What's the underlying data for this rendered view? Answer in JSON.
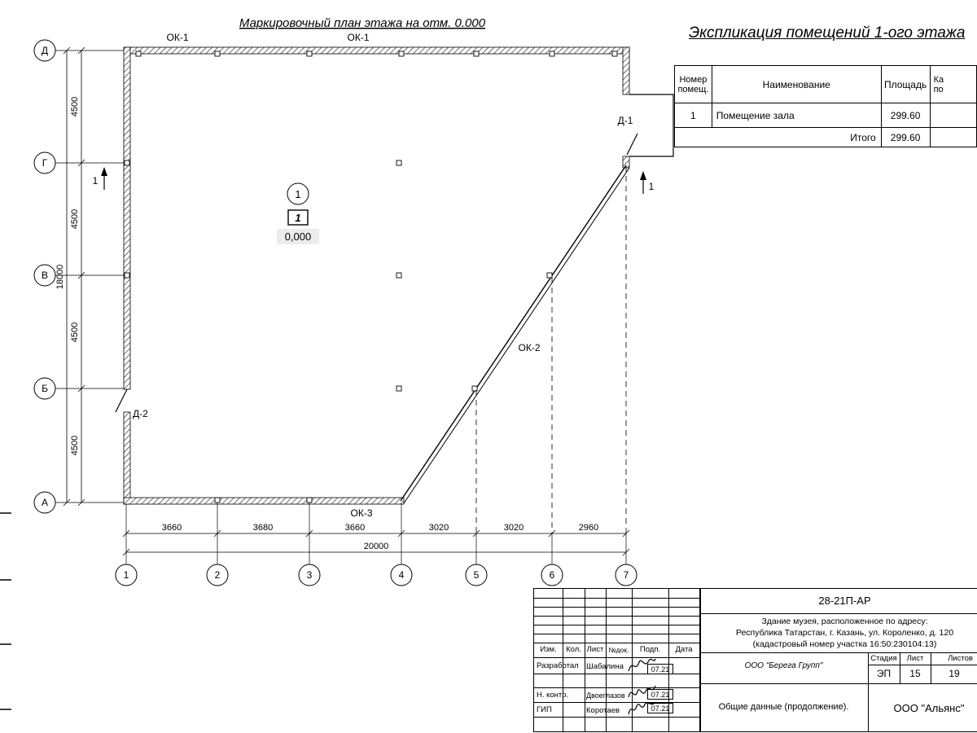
{
  "plan": {
    "title": "Маркировочный план этажа на отм. 0.000",
    "row_axes": [
      "Д",
      "Г",
      "В",
      "Б",
      "А"
    ],
    "col_axes": [
      "1",
      "2",
      "3",
      "4",
      "5",
      "6",
      "7"
    ],
    "v_dims": [
      "4500",
      "4500",
      "4500",
      "4500"
    ],
    "v_total": "18000",
    "h_dims": [
      "3660",
      "3680",
      "3660",
      "3020",
      "3020",
      "2960"
    ],
    "h_total": "20000",
    "window_top_left": "ОК-1",
    "window_top_right": "ОК-1",
    "window_diag": "ОК-2",
    "window_bottom": "ОК-3",
    "door_1": "Д-1",
    "door_2": "Д-2",
    "room_circle": "1",
    "room_box": "1",
    "elevation": "0,000",
    "section_left": "1",
    "section_right": "1"
  },
  "explication": {
    "title": "Экспликация помещений 1-ого этажа",
    "headers": {
      "num_line1": "Номер",
      "num_line2": "помещ.",
      "name": "Наименование",
      "area": "Площадь",
      "cat_line1": "Ка",
      "cat_line2": "по"
    },
    "rows": [
      {
        "num": "1",
        "name": "Помещение зала",
        "area": "299.60"
      }
    ],
    "total_label": "Итого",
    "total_value": "299.60"
  },
  "titleblock": {
    "doc_number": "28-21П-АР",
    "description": [
      "Здание музея, расположенное по адресу:",
      "Республика Татарстан, г. Казань, ул. Короленко, д. 120",
      "(кадастровый номер участка 16:50:230104:13)"
    ],
    "columns": [
      "Изм.",
      "Кол.",
      "Лист",
      "№док.",
      "Подп.",
      "Дата"
    ],
    "roles": [
      {
        "role": "Разработал",
        "name": "Шабалина",
        "date": "07.21"
      },
      {
        "role": "Н. контр.",
        "name": "Двоеглазов",
        "date": "07.21"
      },
      {
        "role": "ГИП",
        "name": "Коротаев",
        "date": "07.21"
      }
    ],
    "company": "ООО \"Берега Групп\"",
    "stage_label": "Стадия",
    "sheet_label": "Лист",
    "sheets_label": "Листов",
    "stage": "ЭП",
    "sheet": "15",
    "sheets": "19",
    "doc_title": "Общие данные (продолжение).",
    "company2": "ООО \"Альянс\""
  }
}
